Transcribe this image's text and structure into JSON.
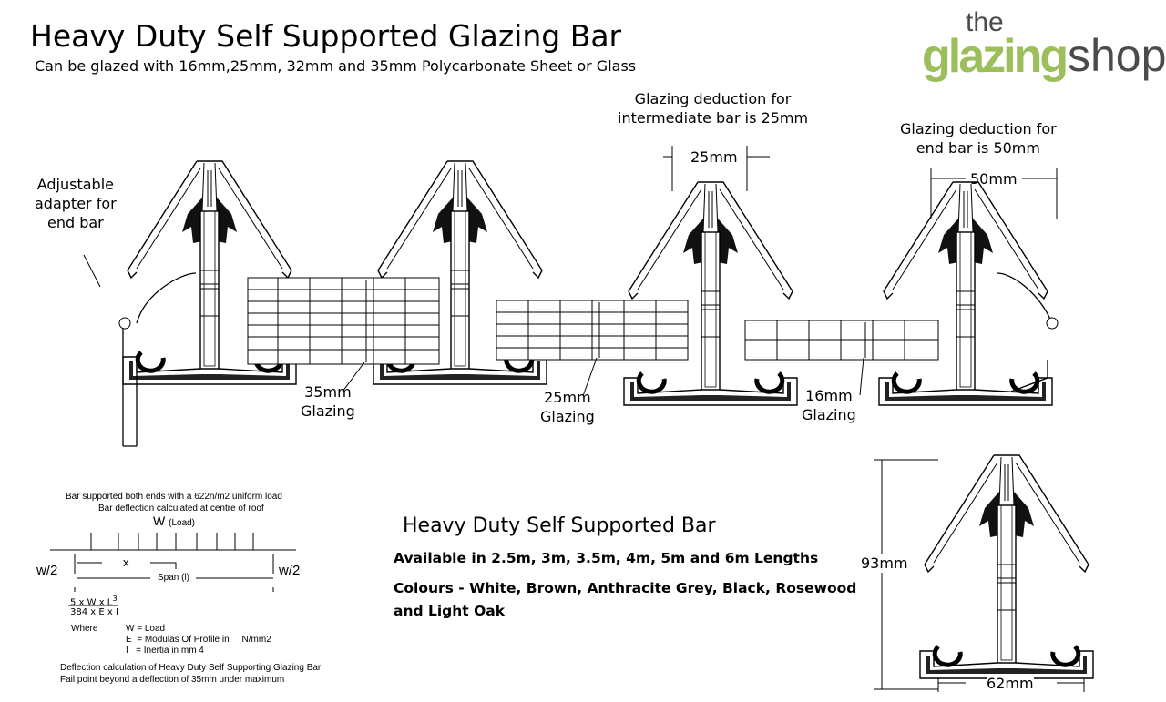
{
  "header": {
    "title": "Heavy Duty Self Supported Glazing Bar",
    "subtitle": "Can be glazed with 16mm,25mm, 32mm and 35mm Polycarbonate Sheet or Glass"
  },
  "logo": {
    "the": "the",
    "glazing": "glazing",
    "shop": "shop",
    "green": "#9cbf5c",
    "grey": "#4b4b4b"
  },
  "annotations": {
    "adapter": [
      "Adjustable",
      "adapter for",
      "end bar"
    ],
    "intermediate_deduction": [
      "Glazing deduction for",
      "intermediate bar is 25mm"
    ],
    "end_deduction": [
      "Glazing deduction for",
      "end bar is 50mm"
    ],
    "dim_25": "25mm",
    "dim_50": "50mm",
    "glazing_35": [
      "35mm",
      "Glazing"
    ],
    "glazing_25": [
      "25mm",
      "Glazing"
    ],
    "glazing_16": [
      "16mm",
      "Glazing"
    ],
    "dim_93": "93mm",
    "dim_62": "62mm"
  },
  "calculation": {
    "line1": "Bar supported both ends with a 622n/m2 uniform load",
    "line2": "Bar deflection calculated at centre of roof",
    "load": "W",
    "load_sub": "(Load)",
    "reaction_left": "w/2",
    "reaction_right": "w/2",
    "x": "x",
    "span": "Span (l)",
    "numerator": "5 x W x L",
    "exponent": "3",
    "denominator": "384 x E x I",
    "where": "Where",
    "w_def": "W = Load",
    "e_def": "E  = Modulas Of Profile in     N/mm2",
    "i_def": "I   = Inertia in mm 4",
    "footer1": "Deflection calculation of Heavy Duty Self Supporting Glazing Bar",
    "footer2": "Fail point beyond a deflection of 35mm under maximum"
  },
  "product": {
    "heading": "Heavy Duty Self Supported Bar",
    "lengths": "Available in 2.5m, 3m, 3.5m, 4m, 5m and 6m Lengths",
    "colours": [
      "Colours - White, Brown, Anthracite Grey, Black, Rosewood",
      "and Light Oak"
    ]
  }
}
